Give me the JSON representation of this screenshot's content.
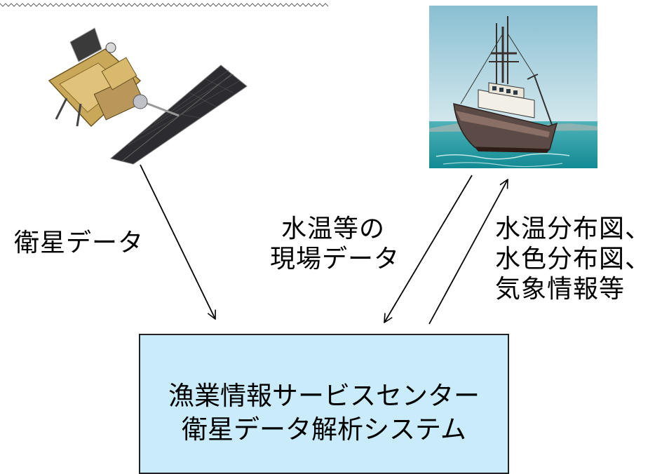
{
  "diagram": {
    "nodes": {
      "satellite": {
        "icon": "satellite-icon"
      },
      "ship": {
        "icon": "fishing-boat-icon"
      },
      "center": {
        "line1": "漁業情報サービスセンター",
        "line2": "衛星データ解析システム",
        "fill": "#c9ebfa"
      }
    },
    "labels": {
      "satellite_data": "衛星データ",
      "field_data_line1": "水温等の",
      "field_data_line2": "現場データ",
      "products_line1": "水温分布図、",
      "products_line2": "水色分布図、",
      "products_line3": "気象情報等"
    },
    "edges": [
      {
        "from": "satellite",
        "to": "center",
        "label": "satellite_data"
      },
      {
        "from": "ship",
        "to": "center",
        "label": "field_data"
      },
      {
        "from": "center",
        "to": "ship",
        "label": "products"
      }
    ]
  }
}
